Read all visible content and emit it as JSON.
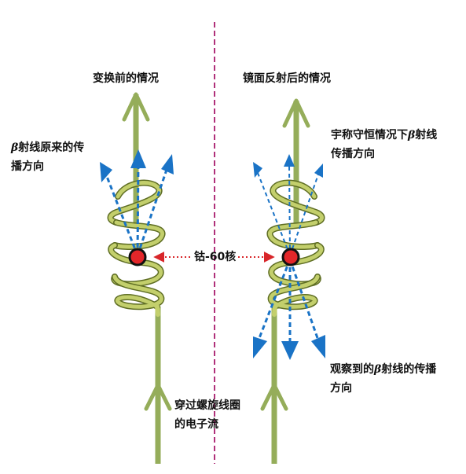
{
  "labels": {
    "left_title": "变换前的情况",
    "right_title": "镜面反射后的情况",
    "left_beta": {
      "line1_symbol": "β",
      "line1_text": "射线原来的传",
      "line2": "播方向"
    },
    "right_beta_top": {
      "line1_text": "宇称守恒情况下",
      "line1_symbol": "β",
      "line1_suffix": "射线",
      "line2": "传播方向"
    },
    "right_beta_bottom": {
      "line1_text": "观察到的",
      "line1_symbol": "β",
      "line1_suffix": "射线的传播",
      "line2": "方向"
    },
    "nucleus": "钴-60核",
    "current": {
      "line1": "穿过螺旋线圈",
      "line2": "的电子流"
    }
  },
  "colors": {
    "wire": "#95ad5a",
    "coil": "#c3cf6c",
    "coil_shadow": "#5f6e24",
    "arrow_blue": "#1a73c6",
    "nucleus_red": "#e3262a",
    "mirror_line": "#b0307a",
    "pointer_red": "#d8262a"
  }
}
